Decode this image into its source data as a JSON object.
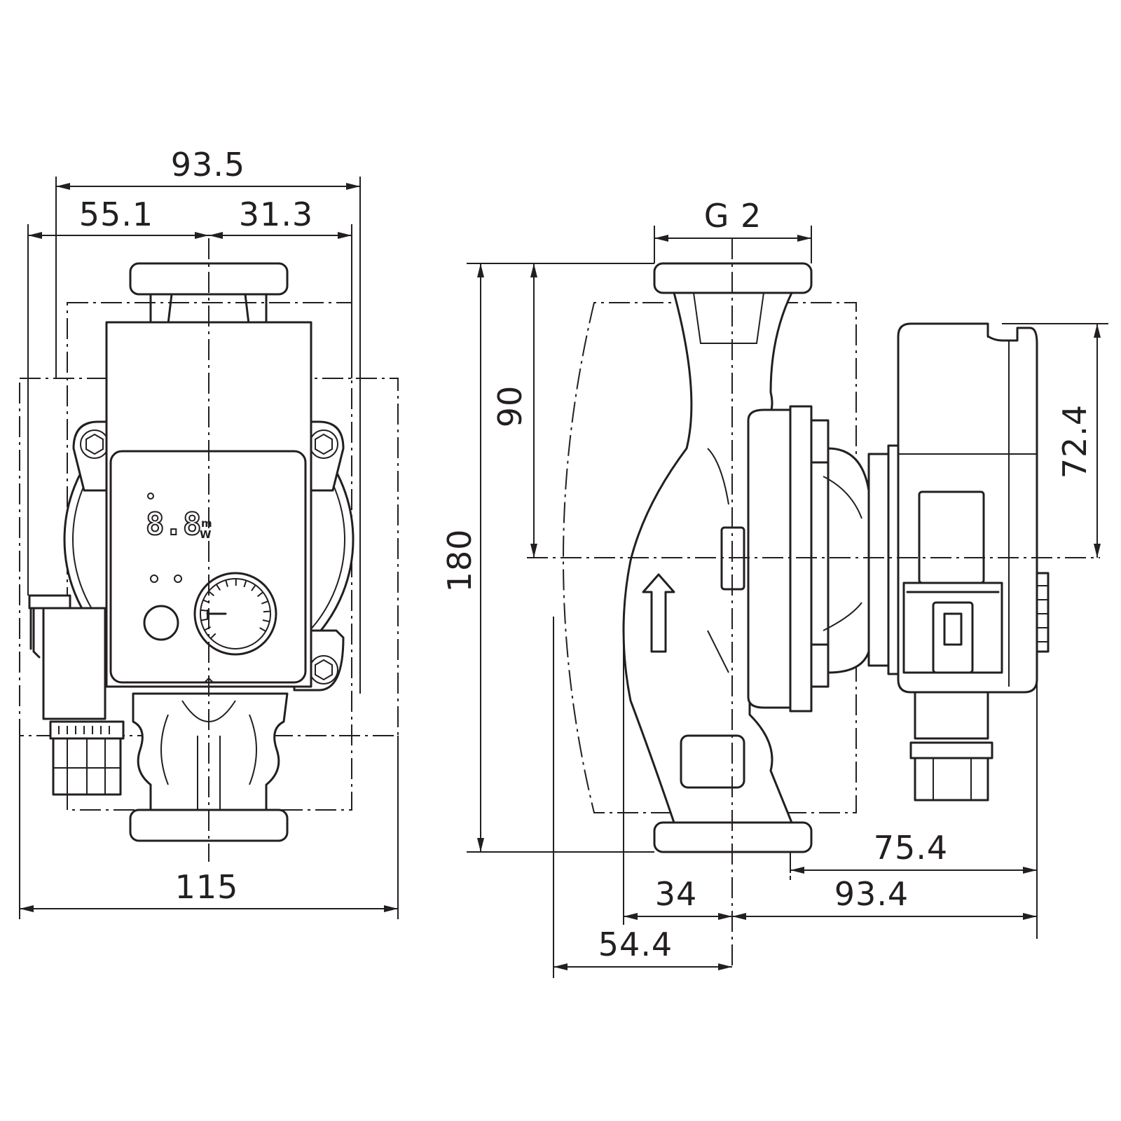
{
  "front_view": {
    "dim_overall_width": "115",
    "dim_top_total": "93.5",
    "dim_top_left": "55.1",
    "dim_top_right": "31.3",
    "display_digits": "8.8",
    "display_unit_top": "m",
    "display_unit_bottom": "W"
  },
  "side_view": {
    "dim_thread": "G 2",
    "dim_height_total": "180",
    "dim_height_half": "90",
    "dim_box_height": "72.4",
    "dim_box_depth": "75.4",
    "dim_depth_right": "93.4",
    "dim_depth_left_inner": "34",
    "dim_depth_left_outer": "54.4"
  }
}
